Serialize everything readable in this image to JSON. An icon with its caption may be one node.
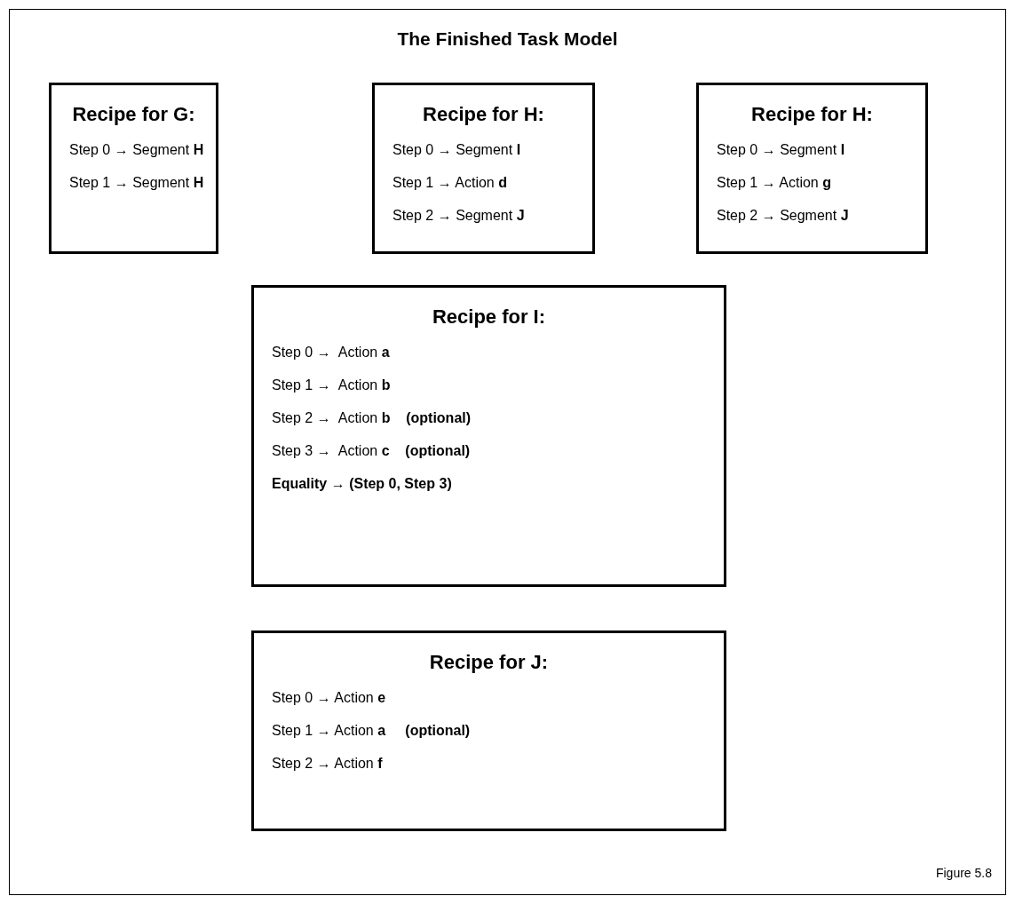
{
  "diagram": {
    "title": "The Finished Task Model",
    "caption": "Figure 5.8",
    "nodes": [
      {
        "text": [
          "Recipe for G:",
          "Step 0 → Segment **H**",
          "Step 1 → Segment **H**"
        ]
      },
      {
        "text": [
          "Recipe for H:",
          "Step 0 → Segment **I**",
          "Step 1 → Action **d**",
          "Step 2 → Segment **J**"
        ]
      },
      {
        "text": [
          "Recipe for H:",
          "Step 0 → Segment **I**",
          "Step 1 → Action **g**",
          "Step 2 → Segment **J**"
        ]
      },
      {
        "text": [
          "Recipe for I:",
          "Step 0 →  Action **a**",
          "Step 1 →  Action **b**",
          "Step 2 →  Action **b**    **(optional)**",
          "Step 3 →  Action **c**    **(optional)**",
          "**Equality → (Step 0, Step 3)**"
        ]
      },
      {
        "text": [
          "Recipe for J:",
          "Step 0 → Action **e**",
          "Step 1 → Action **a**     **(optional)**",
          "Step 2 → Action **f**"
        ]
      }
    ]
  }
}
